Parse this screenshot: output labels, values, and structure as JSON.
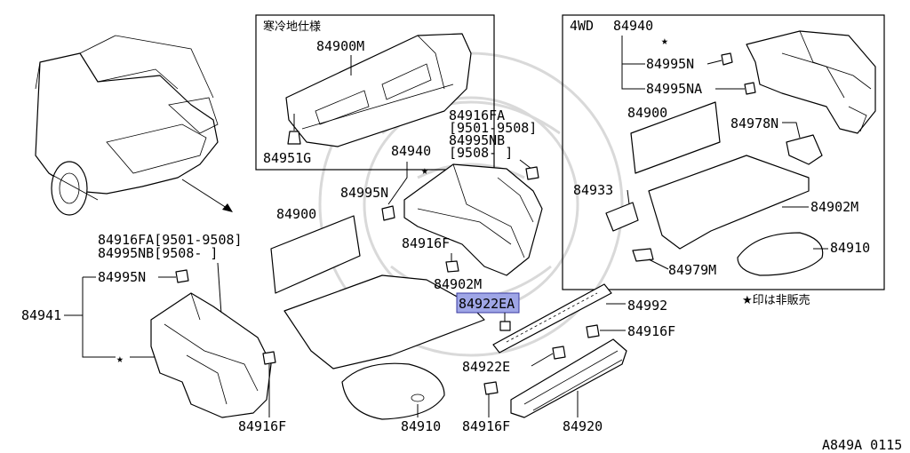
{
  "colors": {
    "highlight": "#9fa6e6",
    "line": "#000000",
    "watermark": "#d9d9d9"
  },
  "inset_left": {
    "spec_label": "寒冷地仕様",
    "part_84900M": "84900M",
    "part_84951G": "84951G"
  },
  "inset_right": {
    "spec_label": "4WD",
    "part_84940": "84940",
    "part_84995N": "84995N",
    "part_84995NA": "84995NA",
    "part_84900": "84900",
    "part_84978N": "84978N",
    "part_84933": "84933",
    "part_84902M": "84902M",
    "part_84910": "84910",
    "part_84979M": "84979M"
  },
  "center": {
    "part_84916FA_line": "84916FA",
    "date_9501_9508": "[9501-9508]",
    "part_84995NB_line": "84995NB",
    "date_9508_open": "[9508-    ]",
    "part_84940": "84940",
    "part_84995N": "84995N",
    "part_84916F": "84916F",
    "part_84900": "84900",
    "part_84902M": "84902M",
    "part_84922EA": "84922EA",
    "part_84992": "84992",
    "part_84916F_right": "84916F",
    "part_84922E": "84922E",
    "part_84916F_bottom": "84916F",
    "part_84920": "84920",
    "part_84910": "84910"
  },
  "left": {
    "part_84916FA_9501": "84916FA[9501-9508]",
    "part_84995NB_9508": "84995NB[9508-    ]",
    "part_84995N": "84995N",
    "part_84941": "84941",
    "part_84916F": "84916F"
  },
  "legend": {
    "note": "★印は非販売"
  },
  "figure_code": "A849A 0115"
}
